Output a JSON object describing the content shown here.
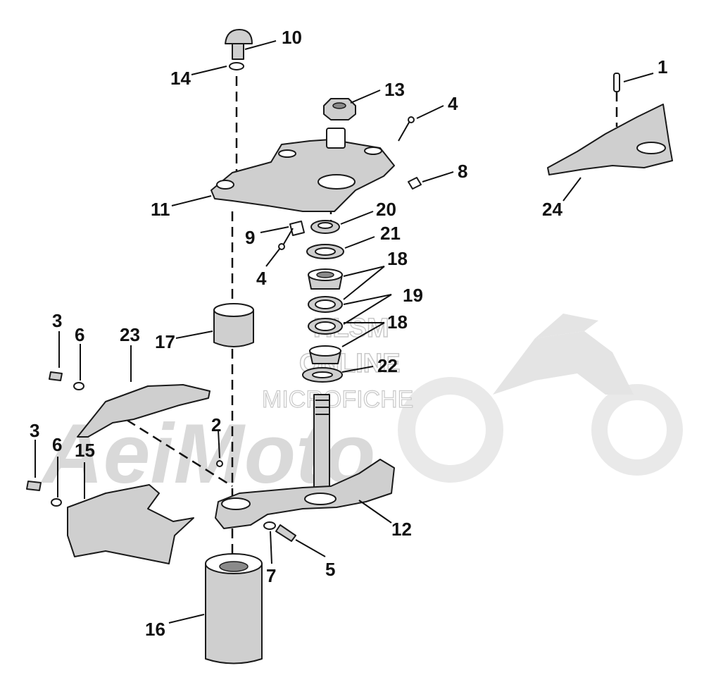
{
  "diagram": {
    "labels": [
      {
        "id": "1",
        "text": "1"
      },
      {
        "id": "2",
        "text": "2"
      },
      {
        "id": "3a",
        "text": "3"
      },
      {
        "id": "3b",
        "text": "3"
      },
      {
        "id": "4a",
        "text": "4"
      },
      {
        "id": "4b",
        "text": "4"
      },
      {
        "id": "5",
        "text": "5"
      },
      {
        "id": "6a",
        "text": "6"
      },
      {
        "id": "6b",
        "text": "6"
      },
      {
        "id": "7",
        "text": "7"
      },
      {
        "id": "8",
        "text": "8"
      },
      {
        "id": "9",
        "text": "9"
      },
      {
        "id": "10",
        "text": "10"
      },
      {
        "id": "11",
        "text": "11"
      },
      {
        "id": "12",
        "text": "12"
      },
      {
        "id": "13",
        "text": "13"
      },
      {
        "id": "14",
        "text": "14"
      },
      {
        "id": "15",
        "text": "15"
      },
      {
        "id": "16",
        "text": "16"
      },
      {
        "id": "17",
        "text": "17"
      },
      {
        "id": "18a",
        "text": "18"
      },
      {
        "id": "18b",
        "text": "18"
      },
      {
        "id": "19",
        "text": "19"
      },
      {
        "id": "20",
        "text": "20"
      },
      {
        "id": "21",
        "text": "21"
      },
      {
        "id": "22",
        "text": "22"
      },
      {
        "id": "23",
        "text": "23"
      },
      {
        "id": "24",
        "text": "24"
      }
    ],
    "watermark": {
      "brand": "AeiMoto",
      "line1": "HLSM",
      "line2": "ONLINE",
      "line3": "MICROFICHE"
    }
  }
}
